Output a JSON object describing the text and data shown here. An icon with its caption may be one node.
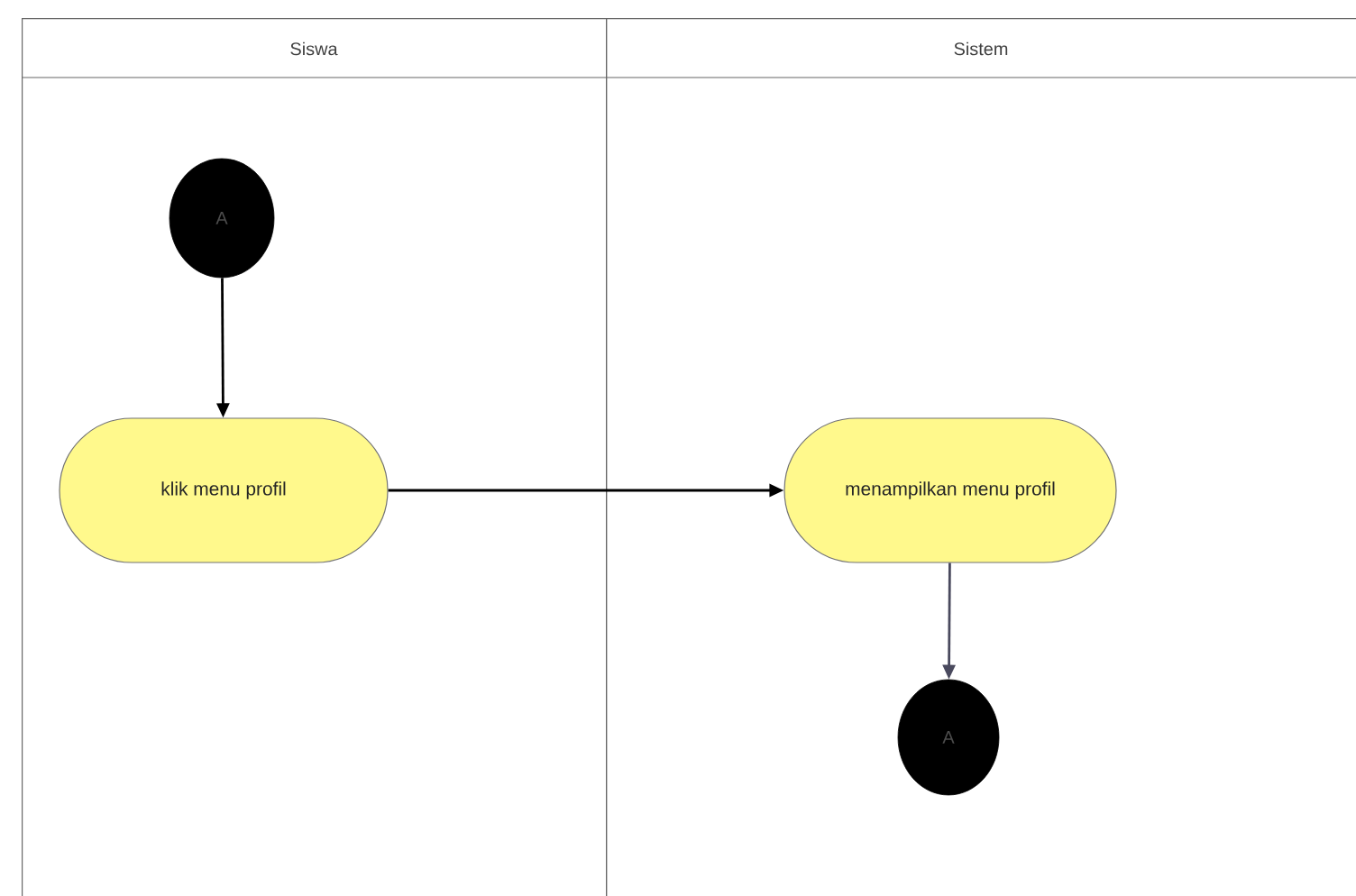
{
  "diagram": {
    "nodes": [
      {
        "text": [
          "Siswa"
        ]
      },
      {
        "text": [
          "Sistem"
        ]
      },
      {
        "text": [
          "A"
        ],
        "in": 0
      },
      {
        "text": [
          "klik menu profil"
        ],
        "in": 0
      },
      {
        "text": [
          "menampilkan menu profil"
        ],
        "in": 1
      },
      {
        "text": [
          "A"
        ],
        "in": 1
      }
    ],
    "edges": [
      {
        "from": 2,
        "to": 3,
        "arrow": "to"
      },
      {
        "from": 3,
        "to": 4,
        "arrow": "to"
      },
      {
        "from": 4,
        "to": 5,
        "arrow": "to",
        "color": "#4a4a5e"
      }
    ]
  }
}
